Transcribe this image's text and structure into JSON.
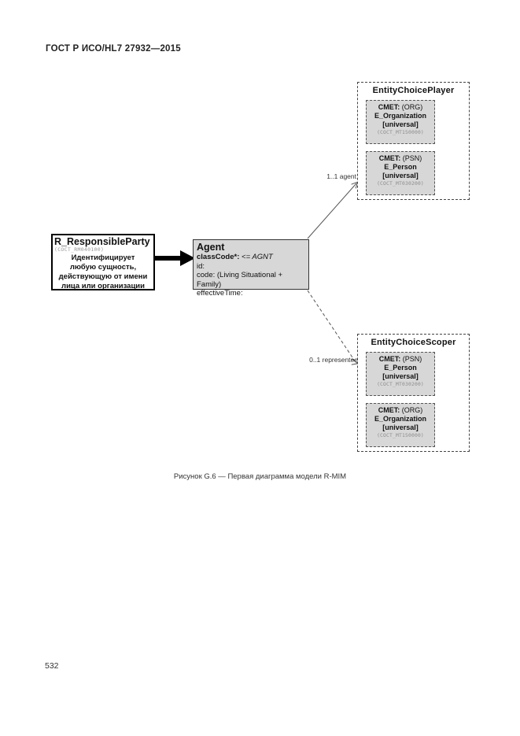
{
  "page": {
    "header": "ГОСТ Р ИСО/HL7 27932—2015",
    "caption": "Рисунок G.6 — Первая диаграмма модели R-MIM",
    "page_number": "532"
  },
  "diagram": {
    "responsible_party": {
      "title": "R_ResponsibleParty",
      "code": "(COCT_RM040100)",
      "description_line1": "Идентифицирует",
      "description_line2": "любую сущность,",
      "description_line3": "действующую от имени",
      "description_line4": "лица или организации"
    },
    "agent": {
      "title": "Agent",
      "class_code_label": "classCode*:",
      "class_code_value": "<= AGNT",
      "attributes": [
        "id:",
        "code: (Living Situational + Family)",
        "effectiveTime:"
      ]
    },
    "player": {
      "title": "EntityChoicePlayer",
      "cmets": [
        {
          "cmet_label": "CMET:",
          "cmet_type": "(ORG)",
          "name": "E_Organization",
          "universal": "[universal]",
          "code": "(COCT_MT150000)"
        },
        {
          "cmet_label": "CMET:",
          "cmet_type": "(PSN)",
          "name": "E_Person",
          "universal": "[universal]",
          "code": "(COCT_MT030200)"
        }
      ]
    },
    "scoper": {
      "title": "EntityChoiceScoper",
      "cmets": [
        {
          "cmet_label": "CMET:",
          "cmet_type": "(PSN)",
          "name": "E_Person",
          "universal": "[universal]",
          "code": "(COCT_MT030200)"
        },
        {
          "cmet_label": "CMET:",
          "cmet_type": "(ORG)",
          "name": "E_Organization",
          "universal": "[universal]",
          "code": "(COCT_MT150000)"
        }
      ]
    },
    "edges": {
      "agent_multiplicity": "1..1 agent",
      "representee_multiplicity": "0..1 representee"
    },
    "colors": {
      "box_fill": "#d7d7d7",
      "border": "#000000",
      "code_text": "#8d8d8d"
    }
  }
}
